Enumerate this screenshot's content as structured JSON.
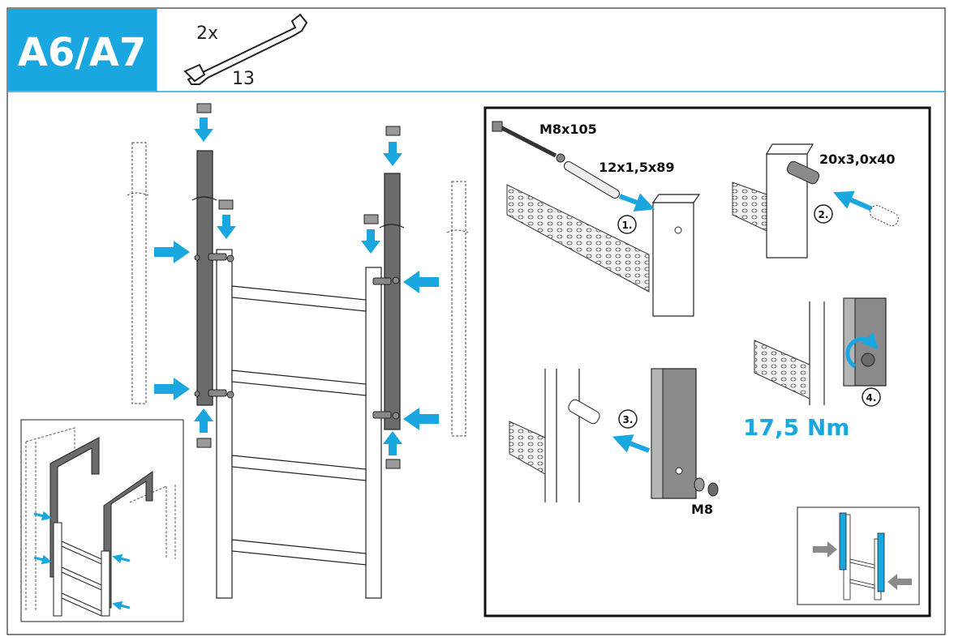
{
  "header": {
    "step_code": "A6/A7",
    "tool_quantity": "2x",
    "tool_size": "13",
    "accent_color": "#1aa7e0"
  },
  "detail": {
    "bolt_label": "M8x105",
    "tube_label": "12x1,5x89",
    "sleeve_label": "20x3,0x40",
    "nut_label": "M8",
    "torque_label": "17,5 Nm",
    "steps": [
      "1.",
      "2.",
      "3.",
      "4."
    ]
  },
  "colors": {
    "arrow_blue": "#1aa7e0",
    "dark_grey": "#6b6b6b",
    "light_grey": "#cfcfcf",
    "outline": "#1a1a1a"
  }
}
